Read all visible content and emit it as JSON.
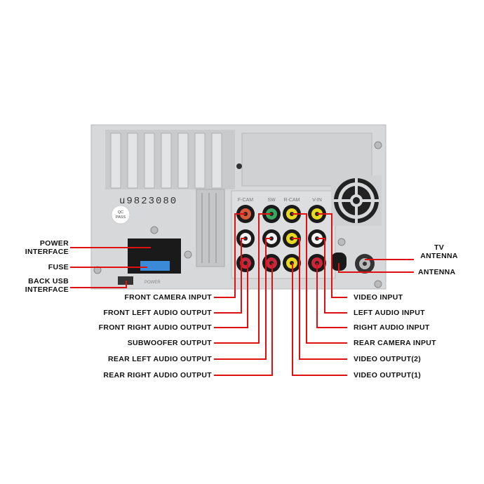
{
  "device": {
    "serial": "u9823080",
    "qc_badge": "QC PASS",
    "jack_labels": [
      "F-CAM",
      "SW",
      "R-CAM",
      "V-IN"
    ],
    "connector_label": "POWER"
  },
  "left_labels": {
    "power_interface": "POWER INTERFACE",
    "fuse": "FUSE",
    "back_usb": "BACK USB INTERFACE",
    "front_camera_input": "FRONT CAMERA INPUT",
    "front_left_audio": "FRONT LEFT AUDIO OUTPUT",
    "front_right_audio": "FRONT RIGHT AUDIO OUTPUT",
    "subwoofer": "SUBWOOFER OUTPUT",
    "rear_left_audio": "REAR LEFT AUDIO OUTPUT",
    "rear_right_audio": "REAR RIGHT AUDIO OUTPUT"
  },
  "right_labels": {
    "tv_antenna": "TV ANTENNA",
    "antenna": "ANTENNA",
    "video_input": "VIDEO INPUT",
    "left_audio_input": "LEFT AUDIO INPUT",
    "right_audio_input": "RIGHT AUDIO INPUT",
    "rear_camera_input": "REAR CAMERA INPUT",
    "video_output_2": "VIDEO OUTPUT(2)",
    "video_output_1": "VIDEO OUTPUT(1)"
  },
  "colors": {
    "line": "#e01010",
    "body": "#d4d6d8",
    "red": "#c8283c",
    "white": "#f2f2f2",
    "yellow": "#e8d820",
    "green": "#3aa860",
    "orange": "#d85a3a"
  }
}
